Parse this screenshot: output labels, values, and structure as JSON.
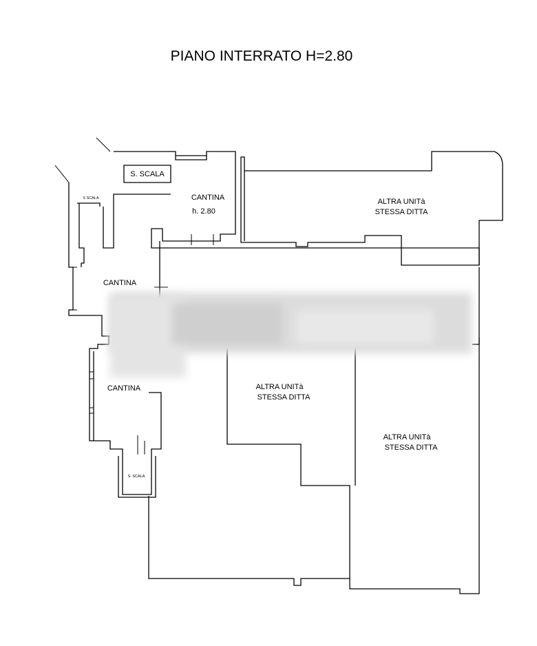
{
  "title": "PIANO INTERRATO H=2.80",
  "rooms": {
    "scala_top": "S. SCALA",
    "scala_left": "S SCALA",
    "cantina_top": "CANTINA",
    "cantina_top_h": "h. 2.80",
    "cantina_mid": "CANTINA",
    "cantina_low": "CANTINA",
    "scala_bottom": "S. SCALA",
    "altra_1_a": "ALTRA UNITà",
    "altra_1_b": "STESSA DITTA",
    "altra_2_a": "ALTRA UNITà",
    "altra_2_b": "STESSA DITTA",
    "altra_3_a": "ALTRA UNITà",
    "altra_3_b": "STESSA DITTA"
  }
}
